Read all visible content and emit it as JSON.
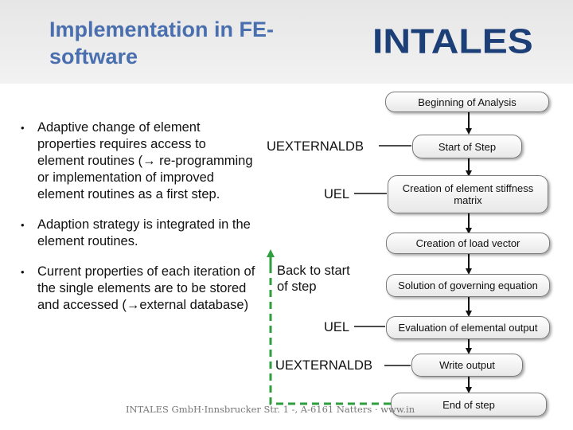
{
  "header": {
    "title": "Implementation in FE-software",
    "logo_text": "INTALES"
  },
  "bullets": [
    "Adaptive change of element properties requires access to element routines (→ re-programming or implementation of improved element routines as a first step.",
    "Adaption strategy is integrated in the element routines.",
    "Current properties of each iteration of the single elements are to be stored and accessed (→external database)"
  ],
  "flow": {
    "steps": [
      "Beginning of Analysis",
      "Start of Step",
      "Creation of element stiffness matrix",
      "Creation of load vector",
      "Solution of governing equation",
      "Evaluation of elemental output",
      "Write output",
      "End of step"
    ],
    "hooks": {
      "uexternaldb_top": "UEXTERNALDB",
      "uel_top": "UEL",
      "back_to_start": "Back to start of step",
      "uel_bottom": "UEL",
      "uexternaldb_bottom": "UEXTERNALDB"
    }
  },
  "footer": {
    "text": "INTALES GmbH·Innsbrucker Str. 1 -, A-6161 Natters · www.in"
  },
  "colors": {
    "title": "#4a6fae",
    "logo": "#1c3f78",
    "back_loop": "#2e9e3e"
  }
}
